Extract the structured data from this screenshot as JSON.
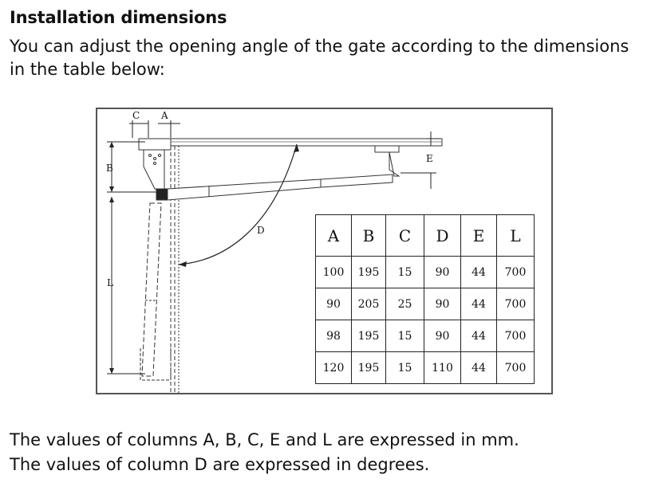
{
  "heading": "Installation dimensions",
  "intro": "You can adjust the opening angle of the gate according to the dimensions in the table below:",
  "diagram": {
    "labels": {
      "a": "A",
      "b": "B",
      "c": "C",
      "d": "D",
      "e": "E",
      "l": "L"
    }
  },
  "table": {
    "headers": [
      "A",
      "B",
      "C",
      "D",
      "E",
      "L"
    ],
    "rows": [
      [
        "100",
        "195",
        "15",
        "90",
        "44",
        "700"
      ],
      [
        "90",
        "205",
        "25",
        "90",
        "44",
        "700"
      ],
      [
        "98",
        "195",
        "15",
        "90",
        "44",
        "700"
      ],
      [
        "120",
        "195",
        "15",
        "110",
        "44",
        "700"
      ]
    ]
  },
  "notes": [
    "The values of columns A, B, C, E and L are expressed in mm.",
    "The values of column D are expressed in degrees."
  ]
}
